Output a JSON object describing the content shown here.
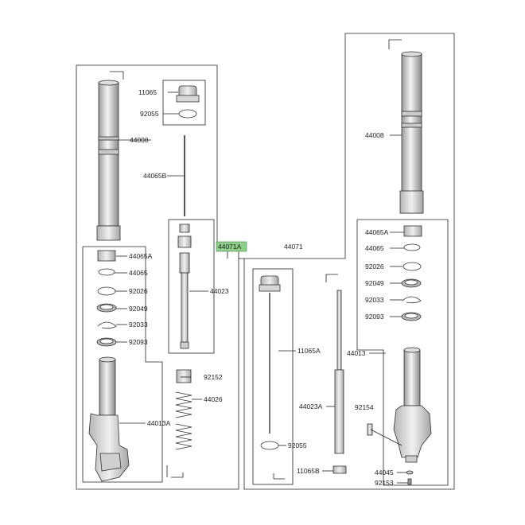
{
  "labels": {
    "l_11065": "11065",
    "l_92055": "92055",
    "l_44008": "44008",
    "l_44065B": "44065B",
    "l_44023": "44023",
    "l_44065A": "44065A",
    "l_44065": "44065",
    "l_92026": "92026",
    "l_92049": "92049",
    "l_92033": "92033",
    "l_92093": "92093",
    "l_92152": "92152",
    "l_44026": "44026",
    "l_44013A": "44013A",
    "l_44071A": "44071A",
    "l_44071": "44071",
    "l_11065A": "11065A",
    "l_44023A": "44023A",
    "l_92055_r": "92055",
    "l_11065B": "11065B",
    "l_44008_r": "44008",
    "l_44065A_r": "44065A",
    "l_44065_r": "44065",
    "l_92026_r": "92026",
    "l_92049_r": "92049",
    "l_92033_r": "92033",
    "l_92093_r": "92093",
    "l_44013": "44013",
    "l_92154": "92154",
    "l_44045": "44045",
    "l_92153": "92153"
  },
  "colors": {
    "highlight": "#8ed08a",
    "line": "#222222",
    "part_fill": "#e9e9e9"
  }
}
